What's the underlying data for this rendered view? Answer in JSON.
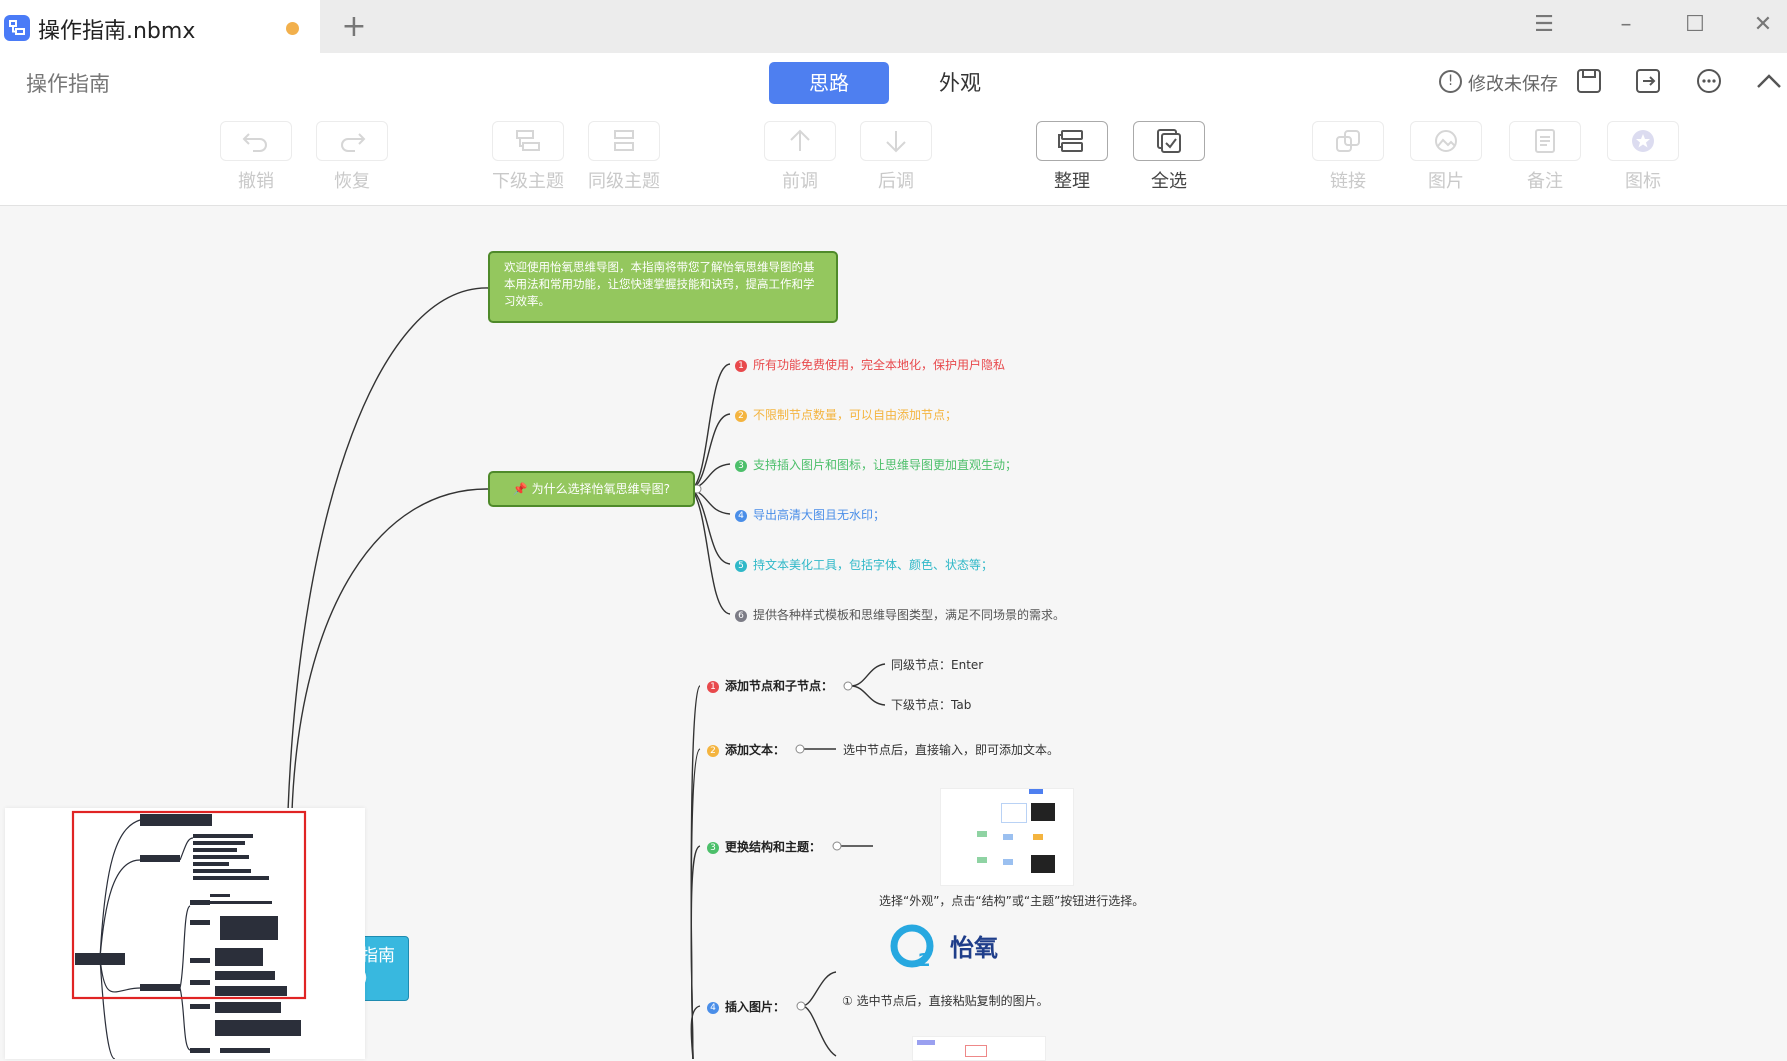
{
  "window": {
    "tab_title": "操作指南.nbmx",
    "new_tab": "+",
    "controls": [
      "☰",
      "–",
      "☐",
      "✕"
    ]
  },
  "header": {
    "doc_title": "操作指南",
    "tabs": [
      {
        "label": "思路",
        "active": true
      },
      {
        "label": "外观",
        "active": false
      }
    ],
    "save_status": "修改未保存",
    "icons": [
      "save-icon",
      "export-icon",
      "more-icon",
      "collapse-icon"
    ]
  },
  "toolbar": [
    {
      "label": "撤销",
      "icon": "undo-icon",
      "enabled": false
    },
    {
      "label": "恢复",
      "icon": "redo-icon",
      "enabled": false
    },
    {
      "label": "下级主题",
      "icon": "child-topic-icon",
      "enabled": false
    },
    {
      "label": "同级主题",
      "icon": "sibling-topic-icon",
      "enabled": false
    },
    {
      "label": "前调",
      "icon": "move-up-icon",
      "enabled": false
    },
    {
      "label": "后调",
      "icon": "move-down-icon",
      "enabled": false
    },
    {
      "label": "整理",
      "icon": "arrange-icon",
      "enabled": true
    },
    {
      "label": "全选",
      "icon": "select-all-icon",
      "enabled": true
    },
    {
      "label": "链接",
      "icon": "link-icon",
      "enabled": false
    },
    {
      "label": "图片",
      "icon": "image-icon",
      "enabled": false
    },
    {
      "label": "备注",
      "icon": "note-icon",
      "enabled": false
    },
    {
      "label": "图标",
      "icon": "star-icon",
      "enabled": false
    }
  ],
  "mindmap": {
    "intro": "欢迎使用怡氧思维导图，本指南将带您了解怡氧思维导图的基本用法和常用功能，让您快速掌握技能和诀窍，提高工作和学习效率。",
    "why": {
      "label": "📌 为什么选择怡氧思维导图?",
      "reasons": [
        {
          "n": "1",
          "text": "所有功能免费使用，完全本地化，保护用户隐私",
          "color": "#e8494c"
        },
        {
          "n": "2",
          "text": "不限制节点数量，可以自由添加节点；",
          "color": "#f4b43f"
        },
        {
          "n": "3",
          "text": "支持插入图片和图标，让思维导图更加直观生动；",
          "color": "#4cbf6a"
        },
        {
          "n": "4",
          "text": "导出高清大图且无水印；",
          "color": "#4a8ee8"
        },
        {
          "n": "5",
          "text": "持文本美化工具，包括字体、颜色、状态等；",
          "color": "#2fb8c8"
        },
        {
          "n": "6",
          "text": "提供各种样式模板和思维导图类型，满足不同场景的需求。",
          "color": "#7c7c86"
        }
      ]
    },
    "howto": [
      {
        "n": "1",
        "label": "添加节点和子节点：",
        "color": "#e8494c",
        "children": [
          "同级节点：Enter",
          "下级节点：Tab"
        ]
      },
      {
        "n": "2",
        "label": "添加文本：",
        "color": "#f4b43f",
        "children": [
          "选中节点后，直接输入，即可添加文本。"
        ]
      },
      {
        "n": "3",
        "label": "更换结构和主题：",
        "color": "#4cbf6a",
        "children": [
          "选择“外观”，点击“结构”或“主题”按钮进行选择。"
        ]
      },
      {
        "n": "4",
        "label": "插入图片：",
        "color": "#4a8ee8",
        "children": [
          "① 选中节点后，直接粘贴复制的图片。"
        ]
      }
    ],
    "logo_text": "怡氧",
    "root_label": "指南\n)"
  },
  "colors": {
    "accent": "#4e7ff0",
    "green_node": "#94c75e",
    "root_node": "#38b8df",
    "unsaved": "#f2b04c"
  }
}
